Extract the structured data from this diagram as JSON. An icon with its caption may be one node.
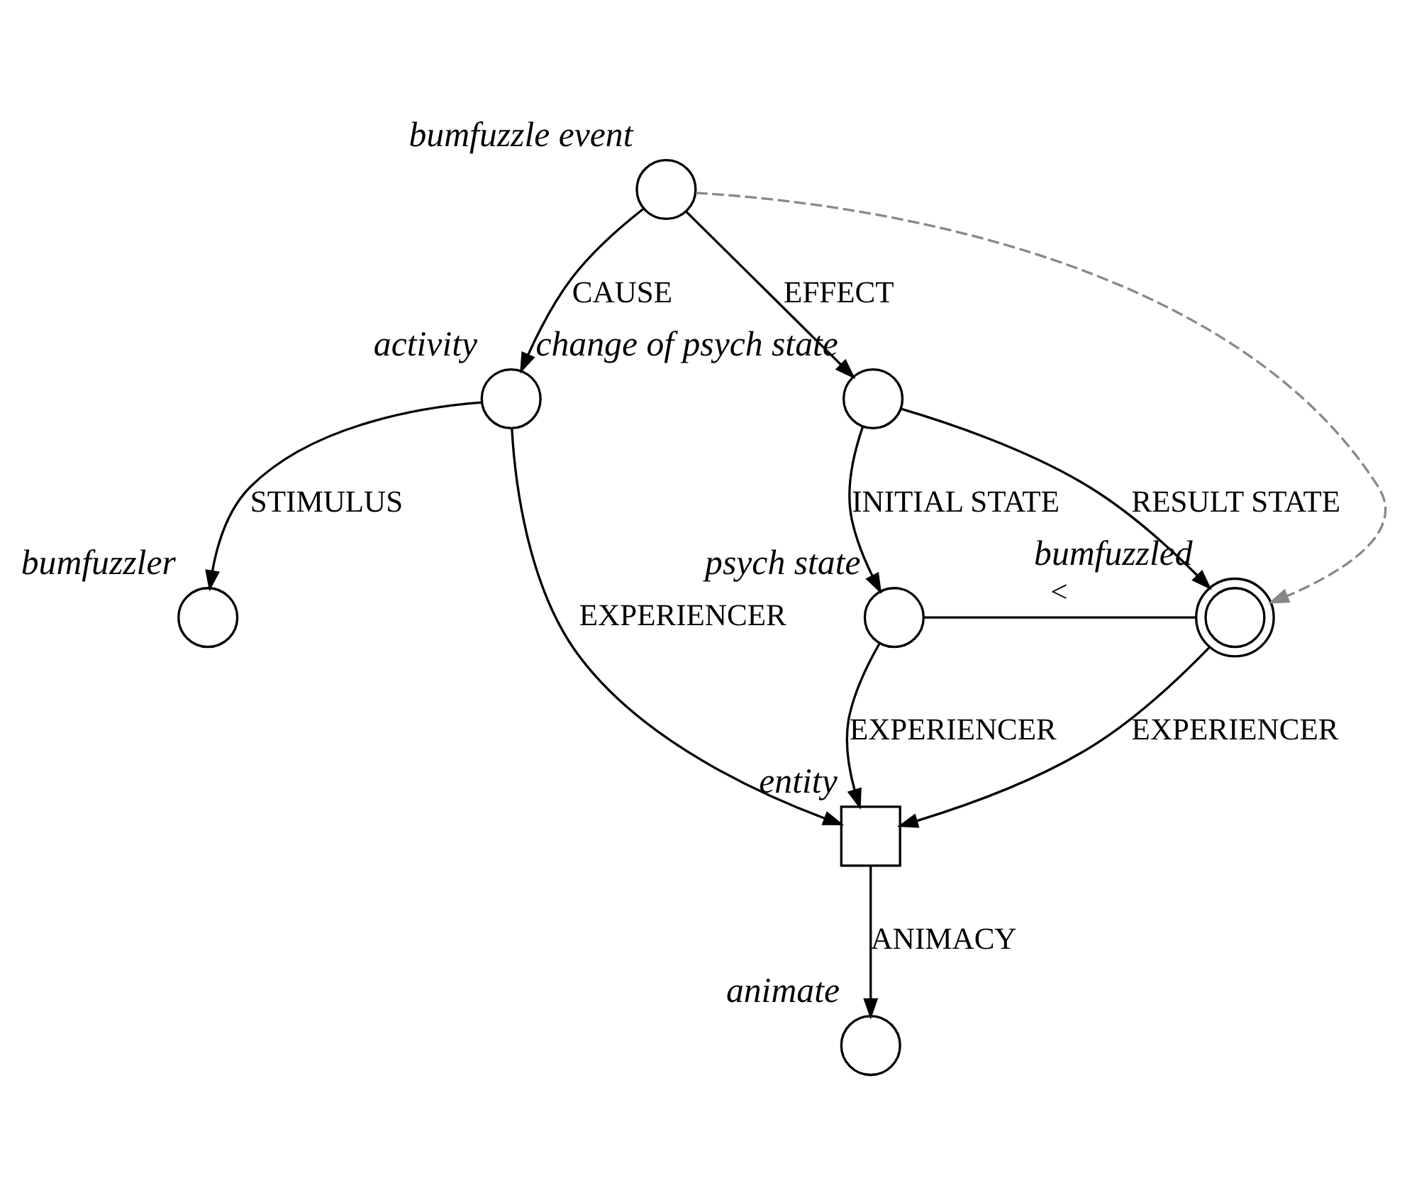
{
  "diagram": {
    "nodes": [
      {
        "text": [
          "bumfuzzle event"
        ]
      },
      {
        "text": [
          "activity"
        ]
      },
      {
        "text": [
          "change of psych state"
        ]
      },
      {
        "text": [
          "bumfuzzler"
        ]
      },
      {
        "text": [
          "psych state"
        ]
      },
      {
        "text": [
          "bumfuzzled"
        ]
      },
      {
        "text": [
          "entity"
        ]
      },
      {
        "text": [
          "animate"
        ]
      }
    ],
    "edges": [
      {
        "from": 0,
        "to": 1,
        "arrow": "to",
        "label": "CAUSE"
      },
      {
        "from": 0,
        "to": 2,
        "arrow": "to",
        "label": "EFFECT"
      },
      {
        "from": 0,
        "to": 5,
        "arrow": "to",
        "style": "dashed",
        "color": "#888888"
      },
      {
        "from": 1,
        "to": 3,
        "arrow": "to",
        "label": "STIMULUS"
      },
      {
        "from": 1,
        "to": 6,
        "arrow": "to",
        "label": "EXPERIENCER"
      },
      {
        "from": 2,
        "to": 4,
        "arrow": "to",
        "label": "INITIAL STATE"
      },
      {
        "from": 2,
        "to": 5,
        "arrow": "to",
        "label": "RESULT STATE"
      },
      {
        "from": 4,
        "to": 5,
        "arrow": "none",
        "label": "<"
      },
      {
        "from": 4,
        "to": 6,
        "arrow": "to",
        "label": "EXPERIENCER"
      },
      {
        "from": 5,
        "to": 6,
        "arrow": "to",
        "label": "EXPERIENCER"
      },
      {
        "from": 6,
        "to": 7,
        "arrow": "to",
        "label": "ANIMACY"
      }
    ]
  }
}
